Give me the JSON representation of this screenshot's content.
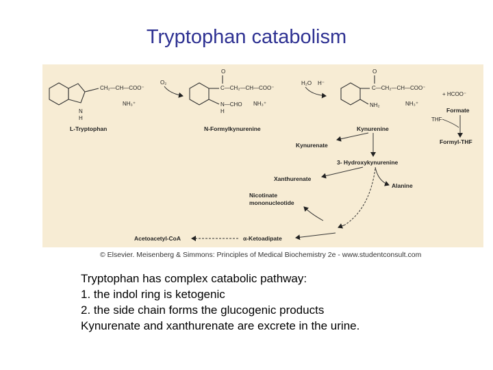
{
  "slide": {
    "title": "Tryptophan catabolism",
    "credit": "© Elsevier. Meisenberg & Simmons: Principles of Medical Biochemistry 2e - www.studentconsult.com",
    "caption": [
      "Tryptophan has complex catabolic pathway:",
      "1.   the indol ring is ketogenic",
      "2.   the side chain forms the glucogenic products",
      "Kynurenate and xanthurenate are excrete in the urine."
    ]
  },
  "diagram": {
    "compounds": {
      "tryptophan": "L-Tryptophan",
      "formylkynurenine": "N-Formylkynurenine",
      "kynurenine": "Kynurenine",
      "kynurenate": "Kynurenate",
      "hydroxykynurenine": "3- Hydroxykynurenine",
      "xanthurenate": "Xanthurenate",
      "alanine": "Alanine",
      "nicotinate_line1": "Nicotinate",
      "nicotinate_line2": "mononucleotide",
      "ketoadipate": "α-Ketoadipate",
      "acetoacetyl": "Acetoacetyl-CoA",
      "formate": "Formate",
      "thf": "THF",
      "formyl_thf": "Formyl-THF"
    },
    "chem_text": {
      "trp_chain": "CH₂—CH—COO⁻",
      "trp_nh3": "NH₃⁺",
      "trp_nh": "N",
      "trp_h": "H",
      "o2": "O₂",
      "nfk_o": "O",
      "nfk_chain": "C—CH₂—CH—COO⁻",
      "nfk_n": "N—CHO",
      "nfk_h": "H",
      "nfk_nh3": "NH₃⁺",
      "h2o": "H₂O",
      "hminus": "H⁻",
      "kyn_o": "O",
      "kyn_chain": "C—CH₂—CH—COO⁻",
      "kyn_nh2": "NH₂",
      "kyn_nh3": "NH₃⁺",
      "hcoo": "+ HCOO⁻"
    }
  }
}
